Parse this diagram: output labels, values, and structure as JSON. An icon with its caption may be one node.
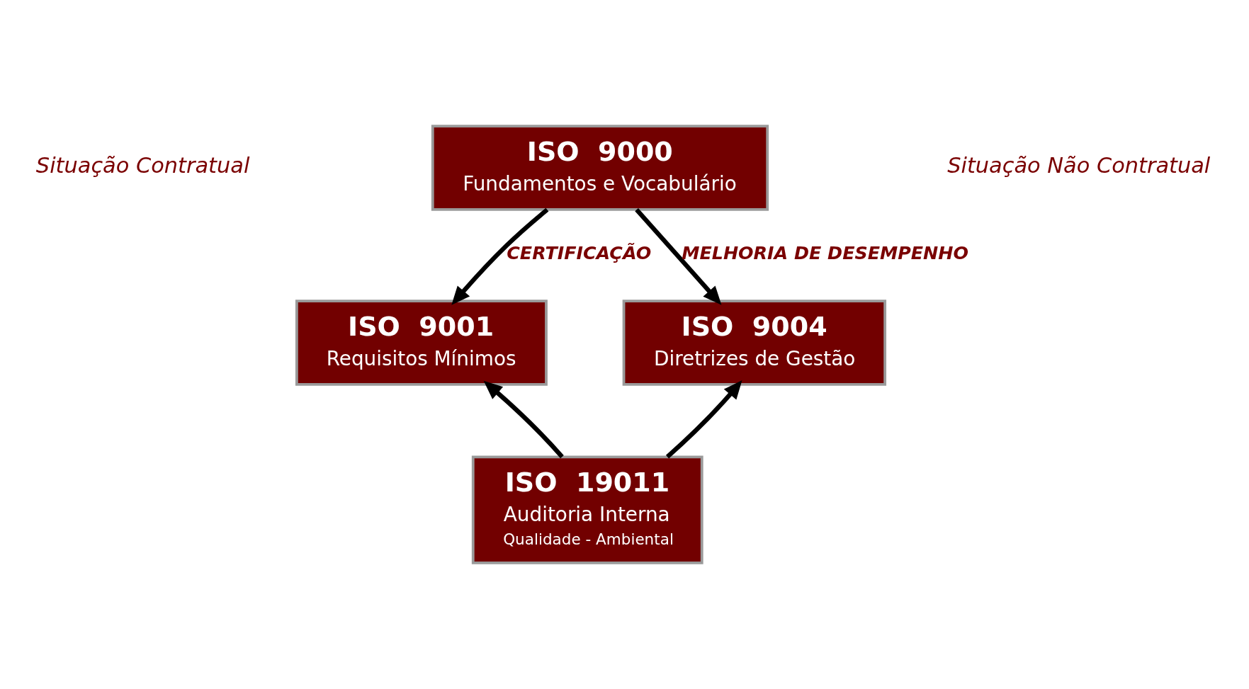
{
  "diagram": {
    "nodes": [
      {
        "text": [
          "ISO  9000",
          "Fundamentos e Vocabulário"
        ]
      },
      {
        "text": [
          "ISO  9001",
          "Requisitos Mínimos"
        ]
      },
      {
        "text": [
          "ISO  9004",
          "Diretrizes de Gestão"
        ]
      },
      {
        "text": [
          "ISO  19011",
          "Auditoria Interna",
          "Qualidade - Ambiental"
        ]
      }
    ],
    "edges": [
      {
        "from": 0,
        "to": 1,
        "arrow": "to",
        "label": "CERTIFICAÇÃO"
      },
      {
        "from": 0,
        "to": 2,
        "arrow": "to",
        "label": "MELHORIA DE DESEMPENHO"
      },
      {
        "from": 3,
        "to": 1,
        "arrow": "to"
      },
      {
        "from": 3,
        "to": 2,
        "arrow": "to"
      }
    ],
    "labels": [
      "Situação Contratual",
      "Situação Não Contratual"
    ]
  }
}
